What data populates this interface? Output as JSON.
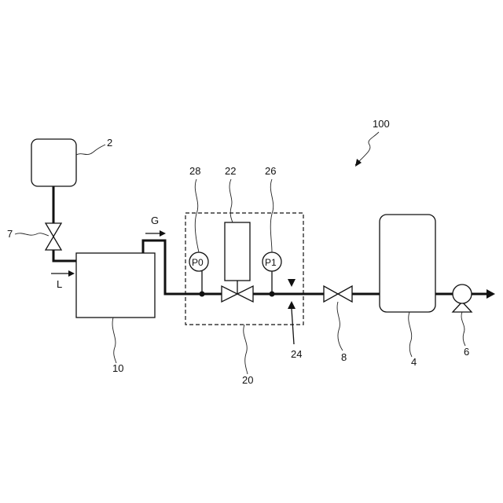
{
  "labels": {
    "system": "100",
    "container_top": "2",
    "tank_bottom": "10",
    "unit": "20",
    "valve_body": "22",
    "orifice": "24",
    "gauge_p1": "26",
    "gauge_p0": "28",
    "valve_left": "7",
    "valve_right": "8",
    "vessel_right": "4",
    "pump": "6",
    "gas_arrow": "G",
    "liquid_arrow": "L"
  },
  "gauges": {
    "p0": "P0",
    "p1": "P1"
  }
}
